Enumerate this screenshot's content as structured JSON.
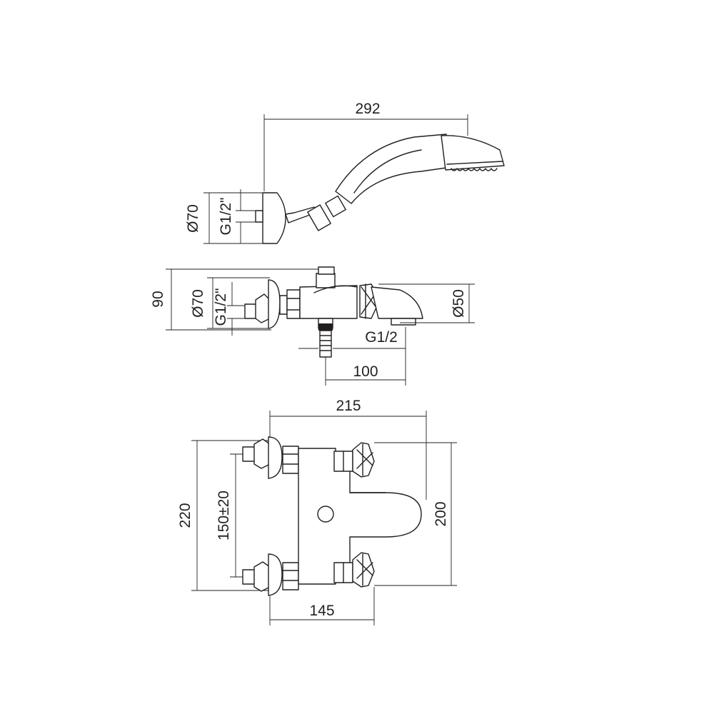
{
  "views": {
    "hand_shower": {
      "dim_length": "292",
      "dim_diameter": "Ø70",
      "dim_thread": "G1/2\""
    },
    "side": {
      "dim_height": "90",
      "dim_diameter": "Ø70",
      "dim_thread": "G1/2\"",
      "dim_spout_diameter": "Ø50",
      "dim_spout_thread": "G1/2",
      "dim_offset": "100"
    },
    "top": {
      "dim_width": "215",
      "dim_depth": "220",
      "dim_centers": "150±20",
      "dim_spout": "200",
      "dim_body": "145"
    }
  },
  "colors": {
    "line": "#231f20",
    "background": "#ffffff"
  }
}
